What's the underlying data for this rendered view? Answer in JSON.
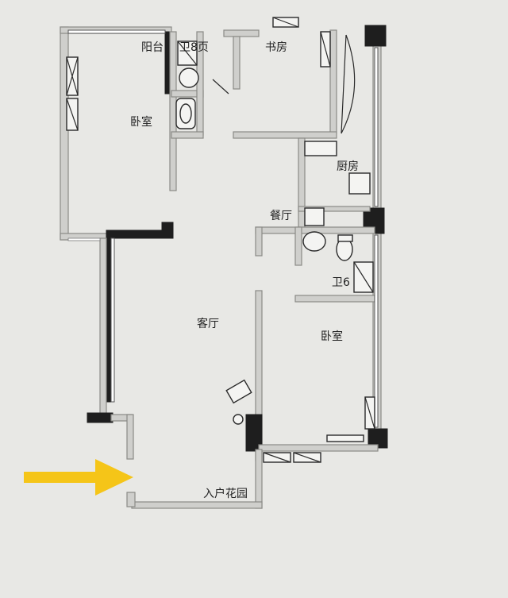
{
  "rooms": {
    "balcony": "阳台",
    "bathroom_top": "卫8页",
    "study": "书房",
    "bedroom_left": "卧室",
    "kitchen": "厨房",
    "dining": "餐厅",
    "bathroom_right": "卫6",
    "living": "客厅",
    "bedroom_right": "卧室",
    "entry_garden": "入户花园"
  },
  "arrow": {
    "color": "#f5c518",
    "icon": "arrow-right-icon"
  }
}
